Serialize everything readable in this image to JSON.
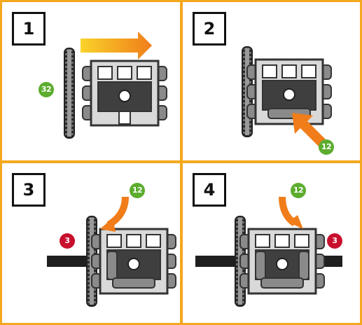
{
  "colors": {
    "frame": "#f4a81d",
    "badge_green": "#5cac2e",
    "badge_red": "#c8102e",
    "arrow_orange": "#f07d1a",
    "arrow_yellow": "#f9d32a"
  },
  "panels": [
    {
      "step": "1",
      "parts": [
        {
          "badge": "32",
          "color": "green"
        }
      ]
    },
    {
      "step": "2",
      "parts": [
        {
          "badge": "12",
          "color": "green"
        }
      ]
    },
    {
      "step": "3",
      "parts": [
        {
          "badge": "12",
          "color": "green"
        },
        {
          "badge": "3",
          "color": "red"
        }
      ]
    },
    {
      "step": "4",
      "parts": [
        {
          "badge": "12",
          "color": "green"
        },
        {
          "badge": "3",
          "color": "red"
        }
      ]
    }
  ],
  "icons": [
    "gear-icon",
    "differential-housing-icon",
    "axle-icon",
    "arrow-icon"
  ]
}
